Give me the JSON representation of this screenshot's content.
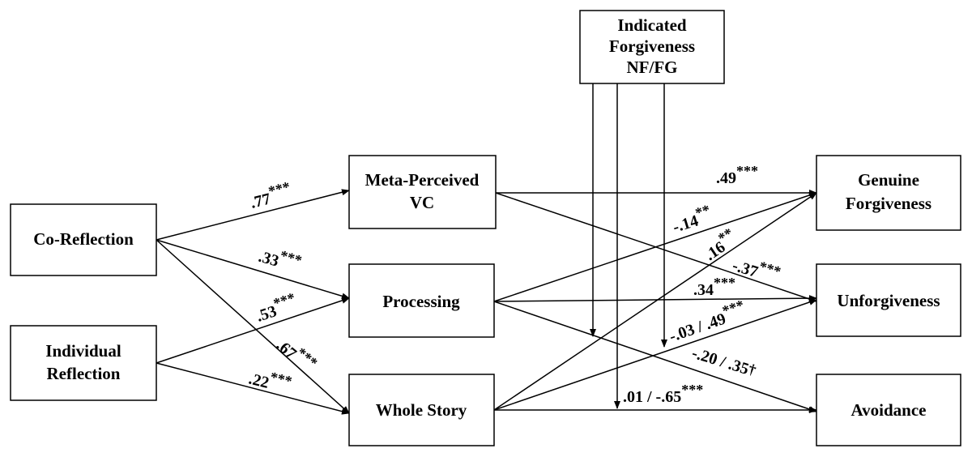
{
  "nodes": {
    "indicated_forgiveness": [
      "Indicated",
      "Forgiveness",
      "NF/FG"
    ],
    "co_reflection": [
      "Co-Reflection"
    ],
    "individual_reflection": [
      "Individual",
      "Reflection"
    ],
    "meta_perceived_vc": [
      "Meta-Perceived",
      "VC"
    ],
    "processing": [
      "Processing"
    ],
    "whole_story": [
      "Whole Story"
    ],
    "genuine_forgiveness": [
      "Genuine",
      "Forgiveness"
    ],
    "unforgiveness": [
      "Unforgiveness"
    ],
    "avoidance": [
      "Avoidance"
    ]
  },
  "paths": {
    "co_reflection_to_meta": {
      "coef": ".77",
      "sig": "***"
    },
    "co_reflection_to_processing": {
      "coef": ".33",
      "sig": "***"
    },
    "co_reflection_to_whole_story": {
      "coef": ".67",
      "sig": "***"
    },
    "individual_to_processing": {
      "coef": ".53",
      "sig": "***"
    },
    "individual_to_whole_story": {
      "coef": ".22",
      "sig": "***"
    },
    "meta_to_genuine": {
      "coef": ".49",
      "sig": "***"
    },
    "processing_to_genuine": {
      "coef": "-.14",
      "sig": "**"
    },
    "whole_story_to_genuine": {
      "coef": ".16",
      "sig": "**"
    },
    "meta_to_unforgiveness": {
      "coef": "-.37",
      "sig": "***"
    },
    "processing_to_unforgiveness": {
      "coef": ".34",
      "sig": "***"
    },
    "whole_story_to_unforgiveness": {
      "coef": "-.03 / .49",
      "sig": "***"
    },
    "processing_to_avoidance": {
      "coef": "-.20 / .35",
      "sig": "†"
    },
    "whole_story_to_avoidance": {
      "coef": ".01 / -.65",
      "sig": "***"
    }
  }
}
